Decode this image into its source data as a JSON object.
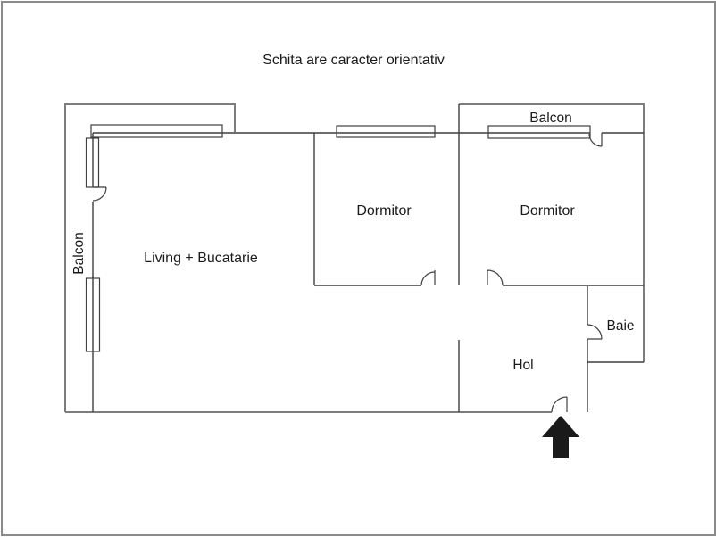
{
  "title": "Schita are caracter orientativ",
  "rooms": {
    "living": {
      "label": "Living + Bucatarie"
    },
    "dormitor_left": {
      "label": "Dormitor"
    },
    "dormitor_right": {
      "label": "Dormitor"
    },
    "balcon_left": {
      "label": "Balcon"
    },
    "balcon_top": {
      "label": "Balcon"
    },
    "baie": {
      "label": "Baie"
    },
    "hol": {
      "label": "Hol"
    }
  },
  "entrance": {
    "icon": "arrow-up",
    "meaning": "entrance direction"
  },
  "colors": {
    "interior_wall": "#3f3f3f",
    "outer_wall": "#7d7d7d",
    "text": "#1a1a1a",
    "page_border": "#8a8a8a",
    "arrow": "#1a1a1a",
    "background": "#ffffff"
  }
}
